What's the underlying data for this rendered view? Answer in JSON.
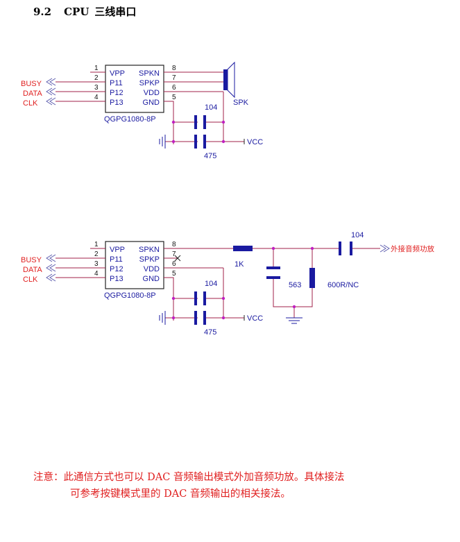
{
  "heading": {
    "number": "9.2",
    "cpu": "CPU",
    "title": "三线串口"
  },
  "circuit1": {
    "chip_name": "QGPG1080-8P",
    "left_pins": [
      {
        "num": "1",
        "label": "VPP"
      },
      {
        "num": "2",
        "label": "P11"
      },
      {
        "num": "3",
        "label": "P12"
      },
      {
        "num": "4",
        "label": "P13"
      }
    ],
    "right_pins": [
      {
        "num": "8",
        "label": "SPKN"
      },
      {
        "num": "7",
        "label": "SPKP"
      },
      {
        "num": "6",
        "label": "VDD"
      },
      {
        "num": "5",
        "label": "GND"
      }
    ],
    "signals": [
      "BUSY",
      "DATA",
      "CLK"
    ],
    "cap_top": "104",
    "cap_bottom": "475",
    "vcc": "VCC",
    "speaker": "SPK"
  },
  "circuit2": {
    "chip_name": "QGPG1080-8P",
    "left_pins": [
      {
        "num": "1",
        "label": "VPP"
      },
      {
        "num": "2",
        "label": "P11"
      },
      {
        "num": "3",
        "label": "P12"
      },
      {
        "num": "4",
        "label": "P13"
      }
    ],
    "right_pins": [
      {
        "num": "8",
        "label": "SPKN"
      },
      {
        "num": "7",
        "label": "SPKP"
      },
      {
        "num": "6",
        "label": "VDD"
      },
      {
        "num": "5",
        "label": "GND"
      }
    ],
    "signals": [
      "BUSY",
      "DATA",
      "CLK"
    ],
    "cap_top": "104",
    "cap_bottom": "475",
    "vcc": "VCC",
    "resistor": "1K",
    "cap_563": "563",
    "inductor": "600R/NC",
    "cap_out": "104",
    "output": "外接音频功放"
  },
  "note": {
    "line1": "注意：此通信方式也可以 DAC 音频输出模式外加音频功放。具体接法",
    "line2": "可参考按键模式里的 DAC 音频输出的相关接法。"
  }
}
